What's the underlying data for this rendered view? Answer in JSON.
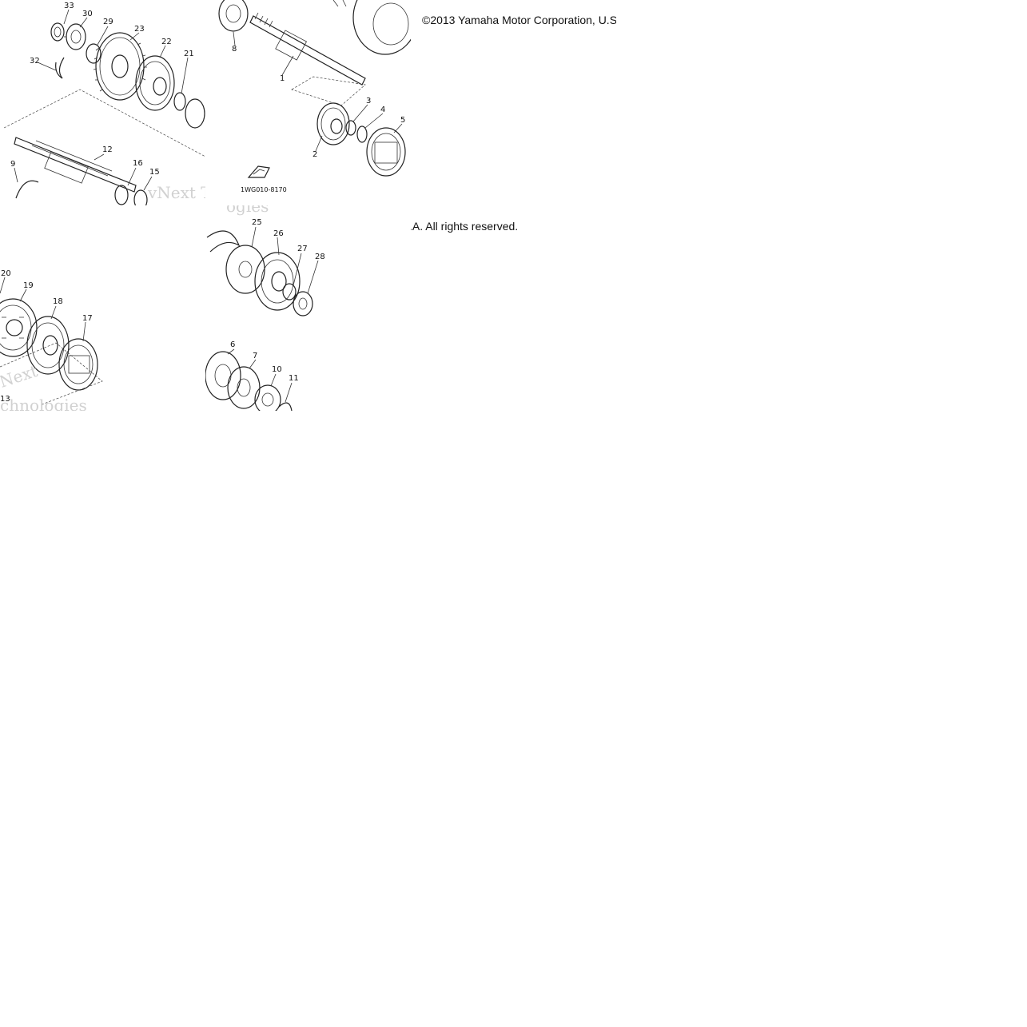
{
  "copyright": {
    "line1": "©2013 Yamaha Motor Corporation, U.S",
    "line2": ".A. All rights reserved."
  },
  "diagram": {
    "catalog_code": "1WG010-8170",
    "callouts": {
      "c1": "1",
      "c2": "2",
      "c3": "3",
      "c4": "4",
      "c5": "5",
      "c6": "6",
      "c7": "7",
      "c8": "8",
      "c9": "9",
      "c10": "10",
      "c11": "11",
      "c12": "12",
      "c13": "13",
      "c15": "15",
      "c16": "16",
      "c17": "17",
      "c18": "18",
      "c19": "19",
      "c20": "20",
      "c21": "21",
      "c22": "22",
      "c23": "23",
      "c25": "25",
      "c26": "26",
      "c27": "27",
      "c28": "28",
      "c29": "29",
      "c30": "30",
      "c32": "32",
      "c33": "33"
    },
    "watermark": {
      "a": "vNext Te",
      "b": "ogies",
      "c": "Next",
      "d": "chnologies"
    }
  },
  "colors": {
    "line": "#222222",
    "background": "#ffffff",
    "watermark": "#c9c9c9"
  }
}
